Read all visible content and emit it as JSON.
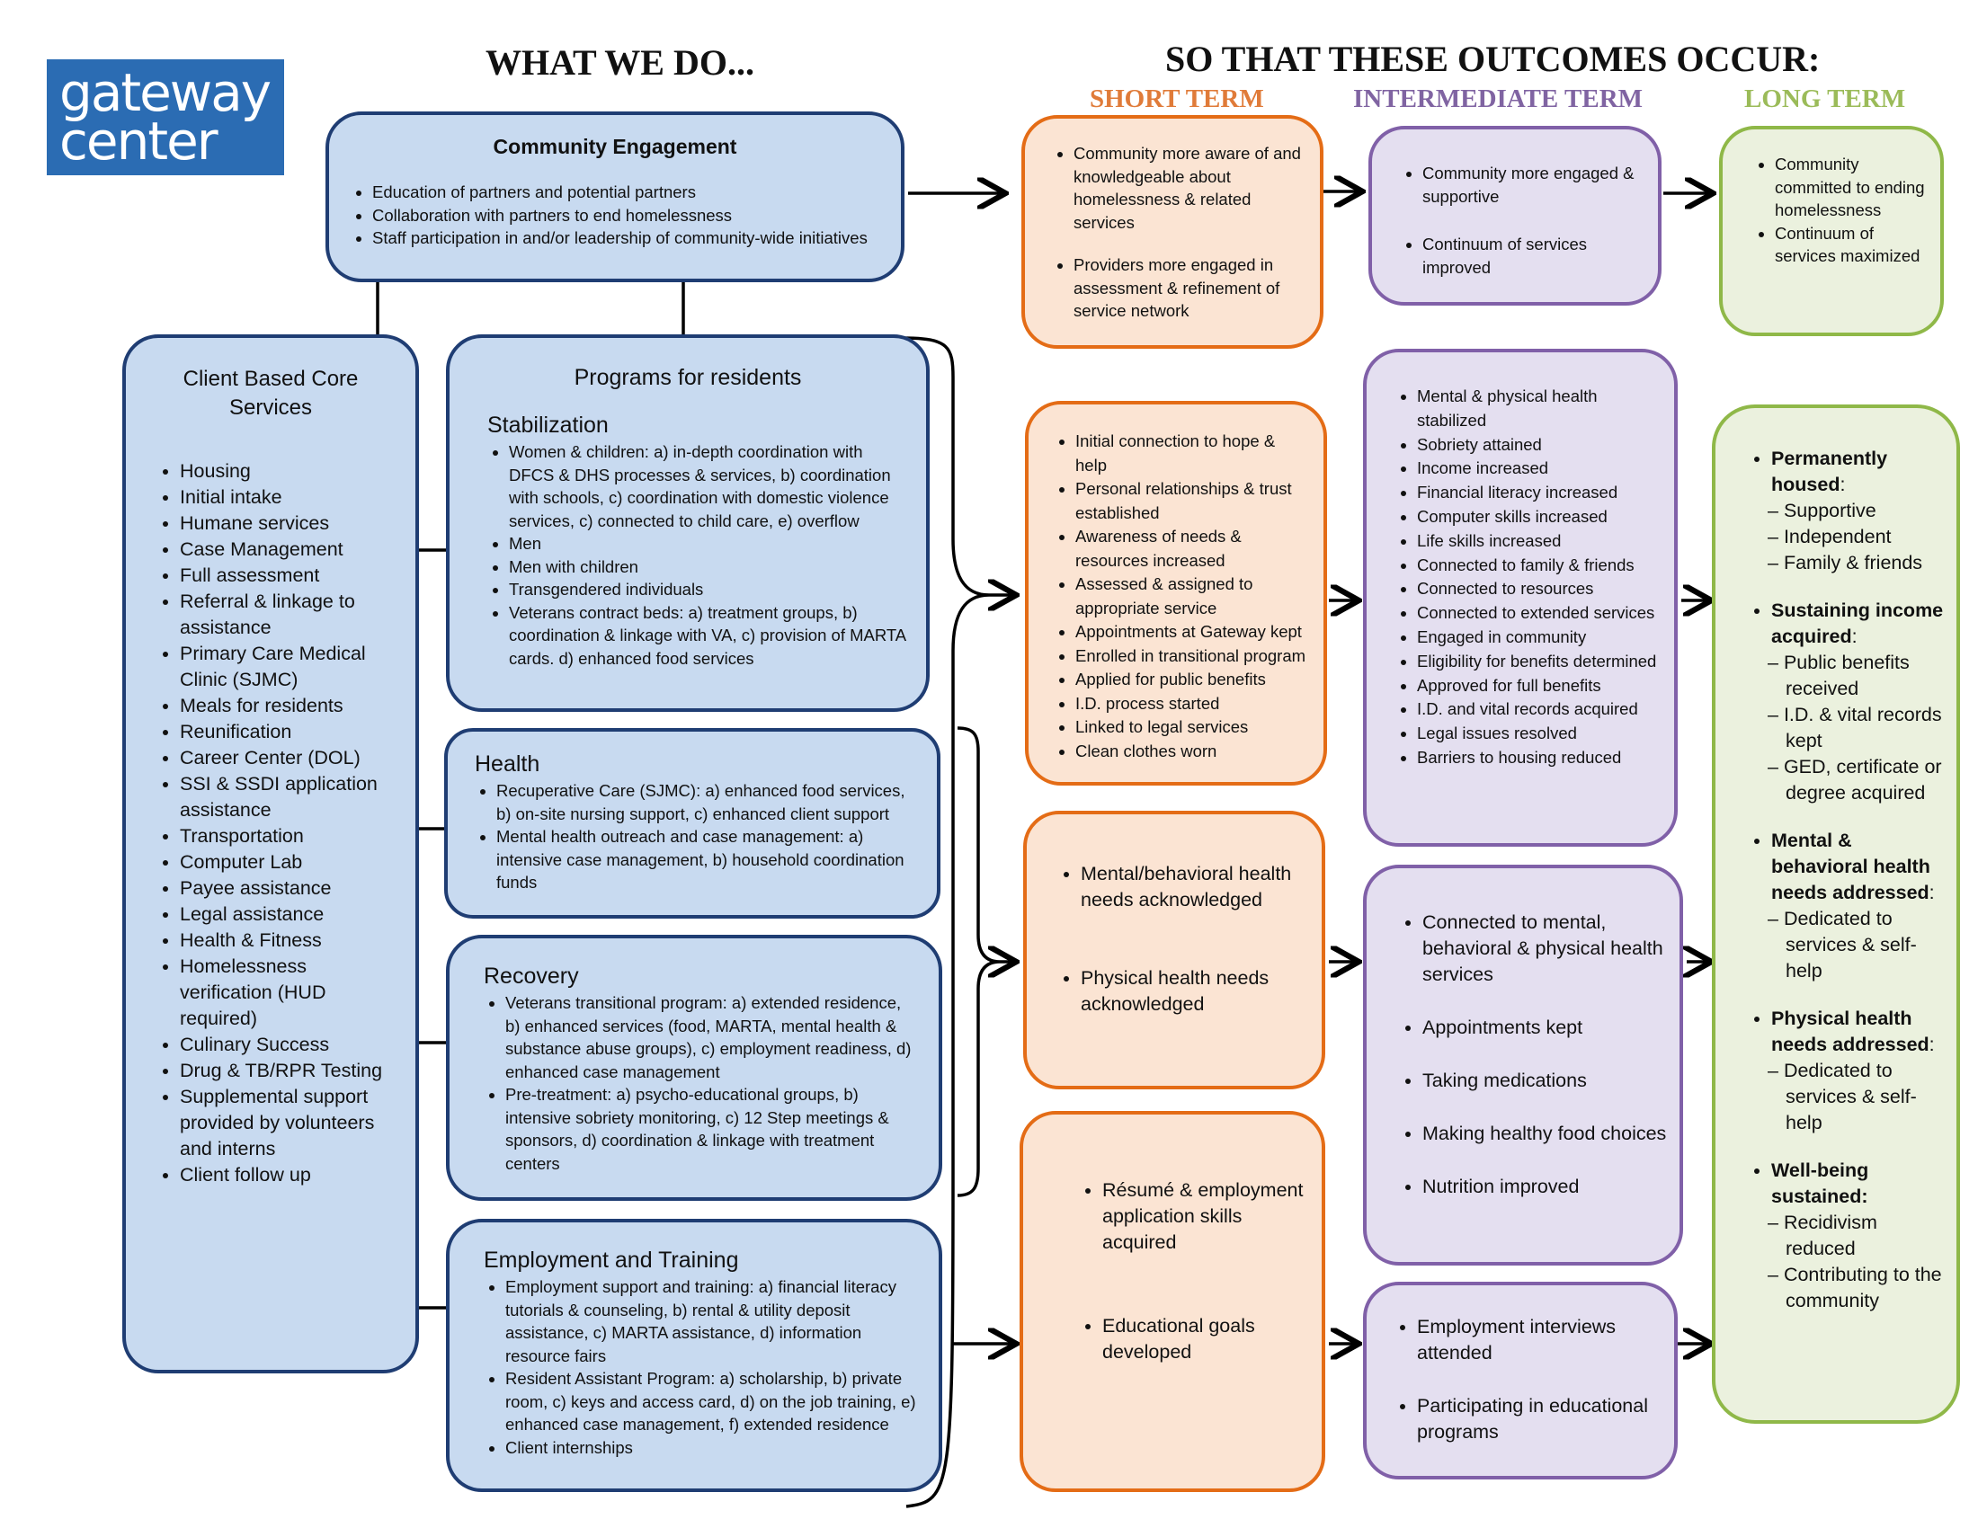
{
  "logo": {
    "line1": "gateway",
    "line2": "center"
  },
  "headings": {
    "what_we_do": "WHAT WE DO...",
    "outcomes": "SO THAT THESE OUTCOMES OCCUR:"
  },
  "columns": {
    "short": "SHORT TERM",
    "intermediate": "INTERMEDIATE TERM",
    "long": "LONG TERM"
  },
  "colors": {
    "blue_fill": "#c8daf0",
    "blue_border": "#1f3d73",
    "orange_border": "#e46c16",
    "purple_border": "#8060a8",
    "green_border": "#8fb848",
    "short_head": "#e07b39",
    "intermediate_head": "#8064a2",
    "long_head": "#9bbb59"
  },
  "community": {
    "title": "Community Engagement",
    "items": [
      "Education of partners and potential partners",
      "Collaboration with partners to end homelessness",
      "Staff participation in and/or leadership of community-wide initiatives"
    ]
  },
  "core": {
    "title": "Client Based Core Services",
    "items": [
      "Housing",
      "Initial intake",
      "Humane services",
      "Case Management",
      "Full assessment",
      "Referral & linkage to assistance",
      "Primary Care Medical Clinic (SJMC)",
      "Meals for residents",
      "Reunification",
      "Career Center (DOL)",
      "SSI & SSDI application assistance",
      "Transportation",
      "Computer Lab",
      "Payee assistance",
      "Legal assistance",
      "Health & Fitness",
      "Homelessness verification (HUD required)",
      "Culinary Success",
      "Drug & TB/RPR Testing",
      "Supplemental support provided by volunteers and interns",
      "Client follow up"
    ]
  },
  "programs": {
    "title": "Programs for residents",
    "stabilization": {
      "title": "Stabilization",
      "items": [
        "Women & children: a) in-depth coordination with DFCS & DHS processes & services, b) coordination with schools, c) coordination with domestic violence services, c) connected to child care, e) overflow",
        "Men",
        "Men with children",
        "Transgendered individuals",
        "Veterans contract beds: a) treatment groups, b) coordination & linkage with VA, c) provision of MARTA cards. d) enhanced food services"
      ]
    },
    "health": {
      "title": "Health",
      "items": [
        "Recuperative Care (SJMC): a) enhanced food services, b) on-site nursing support, c) enhanced client support",
        "Mental health outreach and case management: a) intensive case management, b) household coordination funds"
      ]
    },
    "recovery": {
      "title": "Recovery",
      "items": [
        "Veterans transitional program: a) extended residence, b) enhanced services (food, MARTA, mental health & substance abuse groups), c) employment readiness, d) enhanced case management",
        "Pre-treatment: a) psycho-educational groups, b) intensive sobriety monitoring, c) 12 Step meetings & sponsors, d) coordination & linkage with treatment centers"
      ]
    },
    "employment": {
      "title": "Employment and Training",
      "items": [
        "Employment support and training: a) financial literacy tutorials & counseling, b) rental & utility deposit assistance, c) MARTA assistance, d) information resource fairs",
        "Resident Assistant Program: a) scholarship, b) private room, c) keys and access card, d) on the job training, e) enhanced case management, f) extended residence",
        "Client internships"
      ]
    }
  },
  "short_term": {
    "box1": [
      "Community more aware of and knowledgeable about homelessness & related services",
      "Providers more engaged in assessment & refinement of service network"
    ],
    "box2": [
      "Initial connection to hope & help",
      "Personal relationships & trust established",
      "Awareness of needs & resources increased",
      "Assessed & assigned to appropriate service",
      "Appointments at Gateway kept",
      "Enrolled in transitional program",
      "Applied for public benefits",
      "I.D. process started",
      "Linked to legal services",
      "Clean clothes worn"
    ],
    "box3": [
      "Mental/behavioral health needs acknowledged",
      "Physical health needs acknowledged"
    ],
    "box4": [
      "Résumé & employment application skills acquired",
      "Educational goals developed"
    ]
  },
  "intermediate_term": {
    "box1": [
      "Community  more engaged & supportive",
      "Continuum of services improved"
    ],
    "box2": [
      "Mental & physical health stabilized",
      "Sobriety attained",
      "Income increased",
      "Financial literacy increased",
      "Computer skills increased",
      "Life skills increased",
      "Connected to family & friends",
      "Connected to resources",
      "Connected to extended services",
      "Engaged in community",
      "Eligibility for benefits determined",
      "Approved for full benefits",
      "I.D. and vital records acquired",
      "Legal issues resolved",
      "Barriers to housing reduced"
    ],
    "box3": [
      "Connected to mental, behavioral & physical health services",
      "Appointments kept",
      "Taking medications",
      "Making healthy food choices",
      "Nutrition improved"
    ],
    "box4": [
      "Employment interviews attended",
      "Participating in educational programs"
    ]
  },
  "long_term": {
    "box1": [
      "Community committed  to ending homelessness",
      "Continuum of services maximized"
    ],
    "groups": [
      {
        "head": "Permanently housed",
        "suffix": ":",
        "items": [
          "Supportive",
          "Independent",
          "Family & friends"
        ]
      },
      {
        "head": "Sustaining income acquired",
        "suffix": ":",
        "items": [
          "Public benefits received",
          "I.D. & vital records kept",
          "GED, certificate or degree acquired"
        ]
      },
      {
        "head": "Mental & behavioral health needs addressed",
        "suffix": ":",
        "items": [
          "Dedicated to services & self-help"
        ]
      },
      {
        "head": "Physical  health needs addressed",
        "suffix": ":",
        "items": [
          "Dedicated to services & self-help"
        ]
      },
      {
        "head": "Well-being sustained:",
        "suffix": "",
        "items": [
          "Recidivism reduced",
          "Contributing to the community"
        ]
      }
    ]
  }
}
